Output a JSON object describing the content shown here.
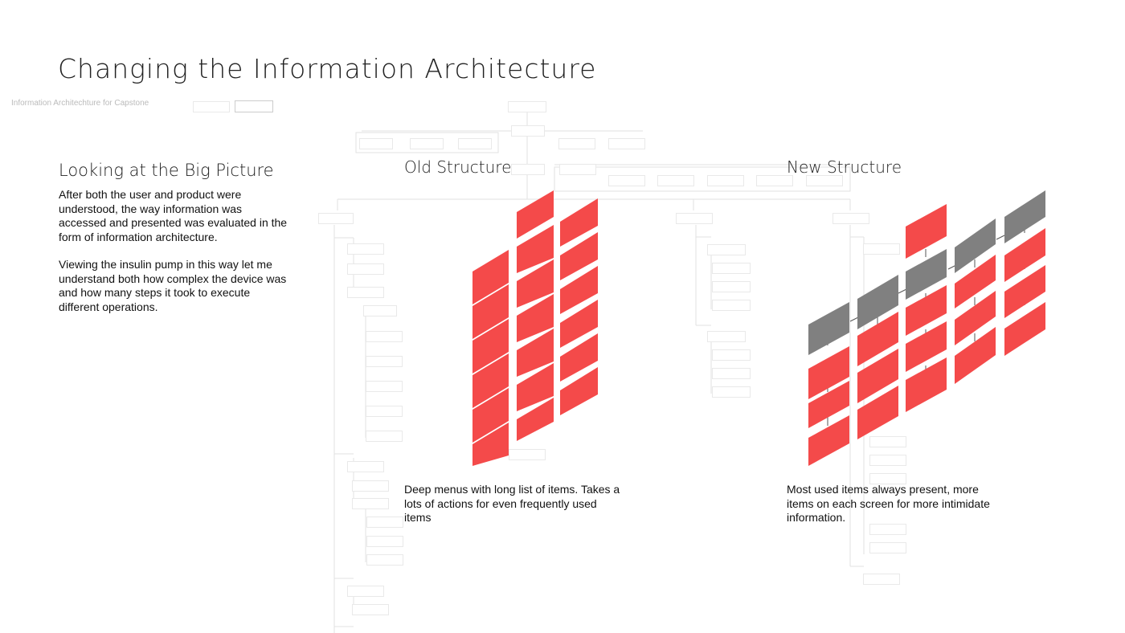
{
  "title": "Changing the Information Architecture",
  "faint_subtitle": "Information Architechture for Capstone",
  "left": {
    "heading": "Looking at the Big Picture",
    "paragraph1": "After both the user and product were understood, the way information was accessed and presented was evaluated in the form of information architecture.",
    "paragraph2": "Viewing the insulin pump in this way let me understand both how complex the device was and how many steps it took to execute different operations."
  },
  "old_structure": {
    "title": "Old Structure",
    "caption": "Deep menus with long list of items. Takes a lots of actions for even  frequently used items"
  },
  "new_structure": {
    "title": "New Structure",
    "caption": "Most used items always present, more items on each screen for more intimidate information."
  },
  "colors": {
    "red": "#f44a4a",
    "gray": "#808080",
    "line": "#dddddd"
  }
}
